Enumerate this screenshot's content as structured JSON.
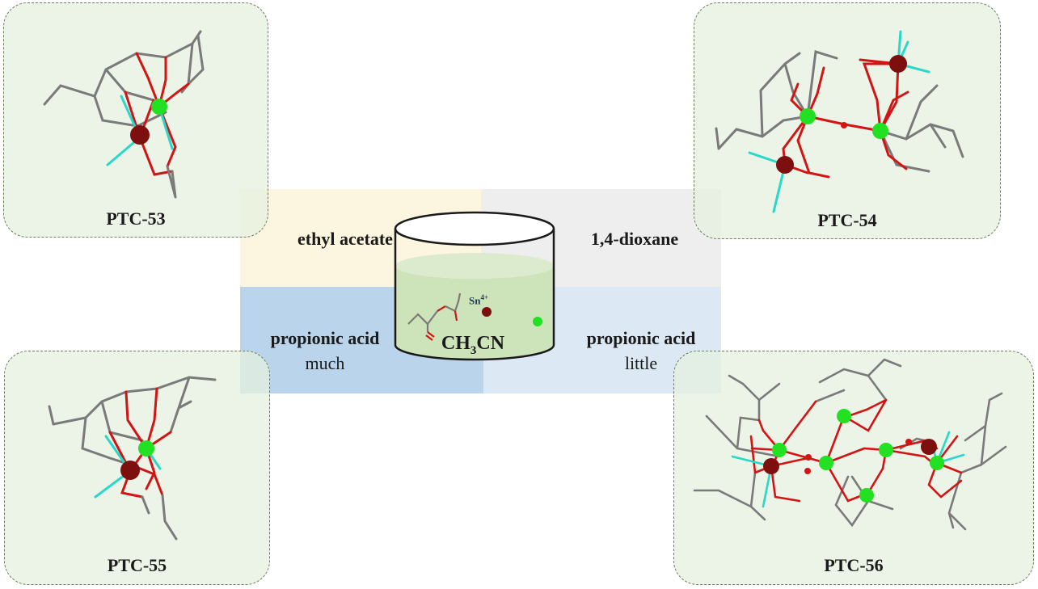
{
  "conditions": {
    "top_left": "ethyl acetate",
    "top_right": "1,4-dioxane",
    "bottom_left": {
      "main": "propionic acid",
      "sub": "much"
    },
    "bottom_right": {
      "main": "propionic acid",
      "sub": "little"
    }
  },
  "beaker": {
    "solvent_main": "CH",
    "solvent_sub": "3",
    "solvent_tail": "CN",
    "ion_main": "Sn",
    "ion_sup": "4+"
  },
  "products": {
    "top_left": "PTC-53",
    "top_right": "PTC-54",
    "bottom_left": "PTC-55",
    "bottom_right": "PTC-56"
  },
  "colors": {
    "ethyl_acetate_bg": "#fcf5df",
    "dioxane_bg": "#eeeeee",
    "much_acid_bg": "#bad4ec",
    "little_acid_bg": "#dce8f4",
    "solution": "#cde3b9",
    "panel_bg": "#e5f0de",
    "sn_atom": "#7d0f0f",
    "ti_atom": "#22e022",
    "oxygen_bond": "#d21414",
    "carbon_bond": "#7a7a7a",
    "fluorine_bond": "#28d8c8"
  }
}
